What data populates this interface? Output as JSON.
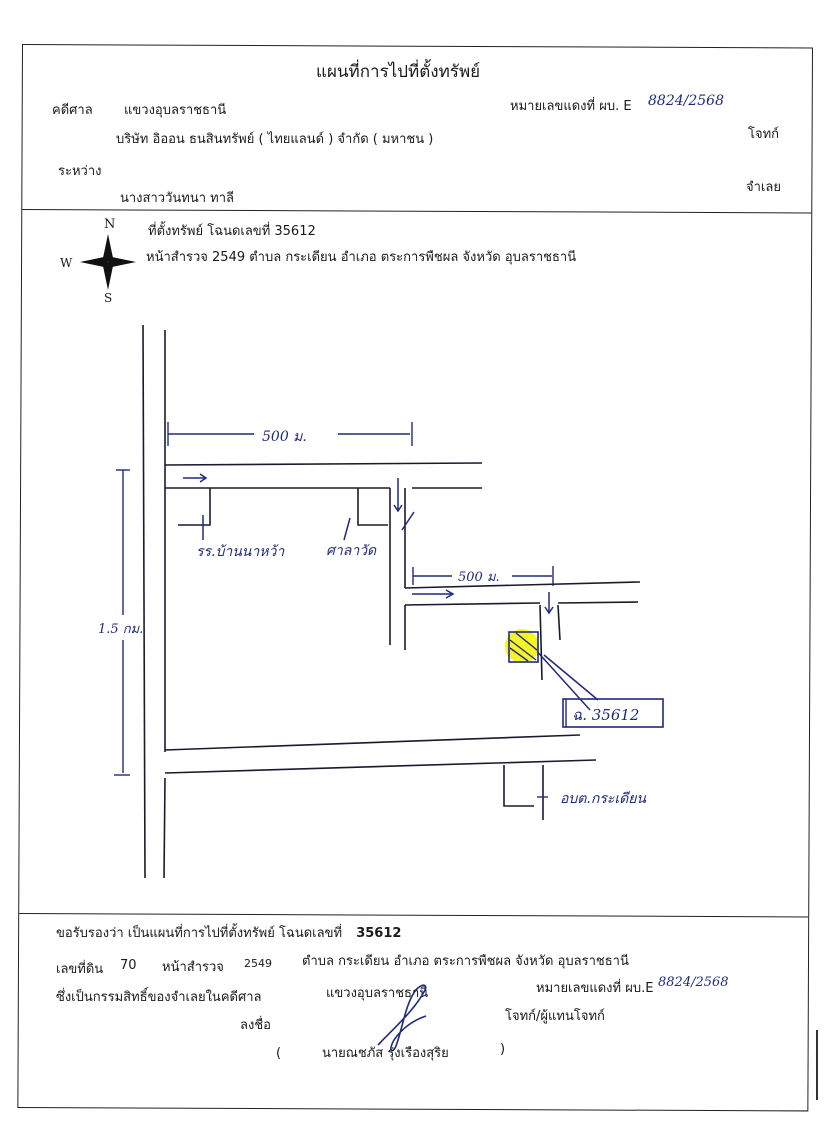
{
  "header": {
    "title": "แผนที่การไปที่ตั้งทรัพย์",
    "court_label": "คดีศาล",
    "court_name": "แขวงอุบลราชธานี",
    "red_case_label": "หมายเลขแดงที่ ผบ. E",
    "red_case_number_handwritten": "8824/2568",
    "plaintiff_name": "บริษัท อิออน ธนสินทรัพย์ ( ไทยแลนด์ ) จำกัด ( มหาชน )",
    "plaintiff_role": "โจทก์",
    "between_label": "ระหว่าง",
    "defendant_name": "นางสาววันทนา ทาลี",
    "defendant_role": "จำเลย"
  },
  "property": {
    "compass": {
      "n": "N",
      "s": "S",
      "w": "W"
    },
    "line1": "ที่ตั้งทรัพย์   โฉนดเลขที่   35612",
    "line2": "หน้าสำรวจ   2549   ตำบล   กระเดียน     อำเภอ  ตระการพืชผล     จังหวัด     อุบลราชธานี"
  },
  "map": {
    "labels": {
      "distance_top": "500 ม.",
      "distance_mid": "500 ม.",
      "distance_left": "1.5 กม.",
      "school": "รร.บ้านนาหว้า",
      "pavilion": "ศาลาวัด",
      "deed_box": "ฉ. 35612",
      "sub_district_office": "อบต.กระเดียน"
    },
    "colors": {
      "ink": "#1f2b7a",
      "highlight": "#f5f200",
      "road": "#1a1a2e"
    }
  },
  "certification": {
    "line1_prefix": "ขอรับรองว่า เป็นแผนที่การไปที่ตั้งทรัพย์ โฉนดเลขที่",
    "deed_number": "35612",
    "land_no_label": "เลขที่ดิน",
    "land_no": "70",
    "survey_label": "หน้าสำรวจ",
    "survey_no": "2549",
    "location": "ตำบล  กระเดียน    อำเภอ   ตระการพืชผล     จังหวัด   อุบลราชธานี",
    "ownership_text": "ซึ่งเป็นกรรมสิทธิ์ของจำเลยในคดีศาล",
    "court_name": "แขวงอุบลราชธานี",
    "red_case_label": "หมายเลขแดงที่ ผบ.E",
    "red_case_number": "8824/2568",
    "signature_label": "ลงชื่อ",
    "signer_role": "โจทก์/ผู้แทนโจทก์",
    "signer_name": "นายณชภัส รุ่งเรืองสุริย",
    "paren_open": "(",
    "paren_close": ")"
  }
}
